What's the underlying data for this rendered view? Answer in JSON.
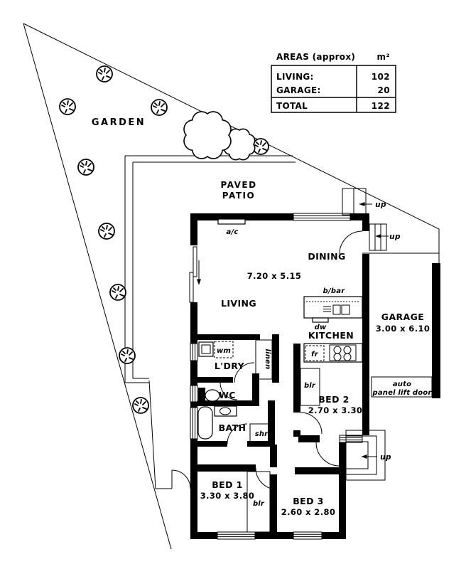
{
  "areas_table": {
    "title": "AREAS (approx)",
    "unit": "m²",
    "rows": [
      {
        "label": "LIVING:",
        "value": "102"
      },
      {
        "label": "GARAGE:",
        "value": "20"
      }
    ],
    "total_label": "TOTAL",
    "total_value": "122"
  },
  "site": {
    "garden_label": "GARDEN",
    "patio_line1": "PAVED",
    "patio_line2": "PATIO"
  },
  "rooms": {
    "living": {
      "name": "LIVING",
      "dims": "7.20 x 5.15"
    },
    "dining": {
      "name": "DINING"
    },
    "kitchen": {
      "name": "KITCHEN"
    },
    "laundry": {
      "name": "L'DRY"
    },
    "wc": {
      "name": "WC"
    },
    "bath": {
      "name": "BATH"
    },
    "bed1": {
      "name": "BED 1",
      "dims": "3.30 x 3.80"
    },
    "bed2": {
      "name": "BED 2",
      "dims": "2.70 x 3.30"
    },
    "bed3": {
      "name": "BED 3",
      "dims": "2.60 x 2.80"
    },
    "garage": {
      "name": "GARAGE",
      "dims": "3.00 x 6.10"
    }
  },
  "labels": {
    "ac": "a/c",
    "bbar": "b/bar",
    "dw": "dw",
    "fr": "fr",
    "wm": "wm",
    "linen": "linen",
    "shr": "shr",
    "blr": "blr",
    "up": "up"
  },
  "garage_door": {
    "line1": "auto",
    "line2": "panel lift door"
  }
}
